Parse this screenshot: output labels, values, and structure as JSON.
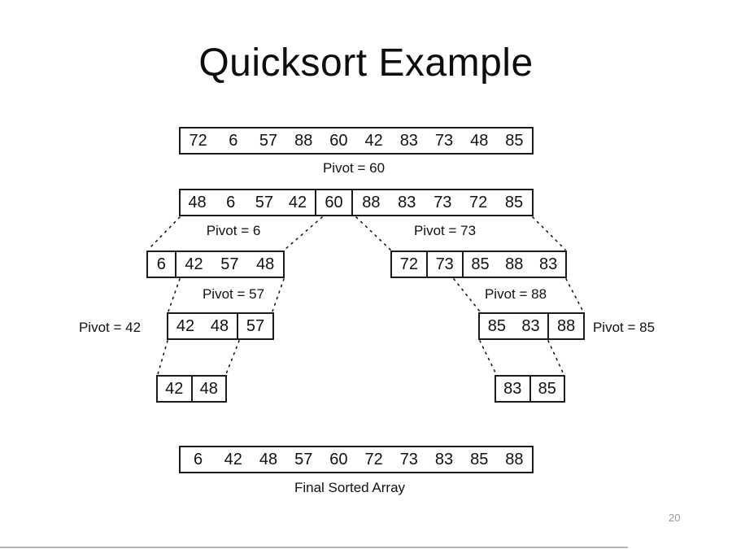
{
  "slide": {
    "title": "Quicksort Example",
    "page_number": "20"
  },
  "labels": {
    "pivot_60": "Pivot = 60",
    "pivot_6": "Pivot = 6",
    "pivot_73": "Pivot = 73",
    "pivot_57": "Pivot = 57",
    "pivot_88": "Pivot = 88",
    "pivot_42": "Pivot = 42",
    "pivot_85": "Pivot = 85",
    "final_caption": "Final Sorted Array"
  },
  "arrays": {
    "initial": {
      "segments": [
        [
          "72",
          "6",
          "57",
          "88",
          "60",
          "42",
          "83",
          "73",
          "48",
          "85"
        ]
      ]
    },
    "partition60": {
      "segments": [
        [
          "48",
          "6",
          "57",
          "42"
        ],
        [
          "60"
        ],
        [
          "88",
          "83",
          "73",
          "72",
          "85"
        ]
      ]
    },
    "left_of_60": {
      "segments": [
        [
          "6"
        ],
        [
          "42",
          "57",
          "48"
        ]
      ]
    },
    "right_of_60": {
      "segments": [
        [
          "72"
        ],
        [
          "73"
        ],
        [
          "85",
          "88",
          "83"
        ]
      ]
    },
    "left_42_48_57": {
      "segments": [
        [
          "42",
          "48"
        ],
        [
          "57"
        ]
      ]
    },
    "right_85_83_88": {
      "segments": [
        [
          "85",
          "83"
        ],
        [
          "88"
        ]
      ]
    },
    "leaf_42_48": {
      "segments": [
        [
          "42"
        ],
        [
          "48"
        ]
      ]
    },
    "leaf_83_85": {
      "segments": [
        [
          "83"
        ],
        [
          "85"
        ]
      ]
    },
    "final": {
      "segments": [
        [
          "6",
          "42",
          "48",
          "57",
          "60",
          "72",
          "73",
          "83",
          "85",
          "88"
        ]
      ]
    }
  }
}
